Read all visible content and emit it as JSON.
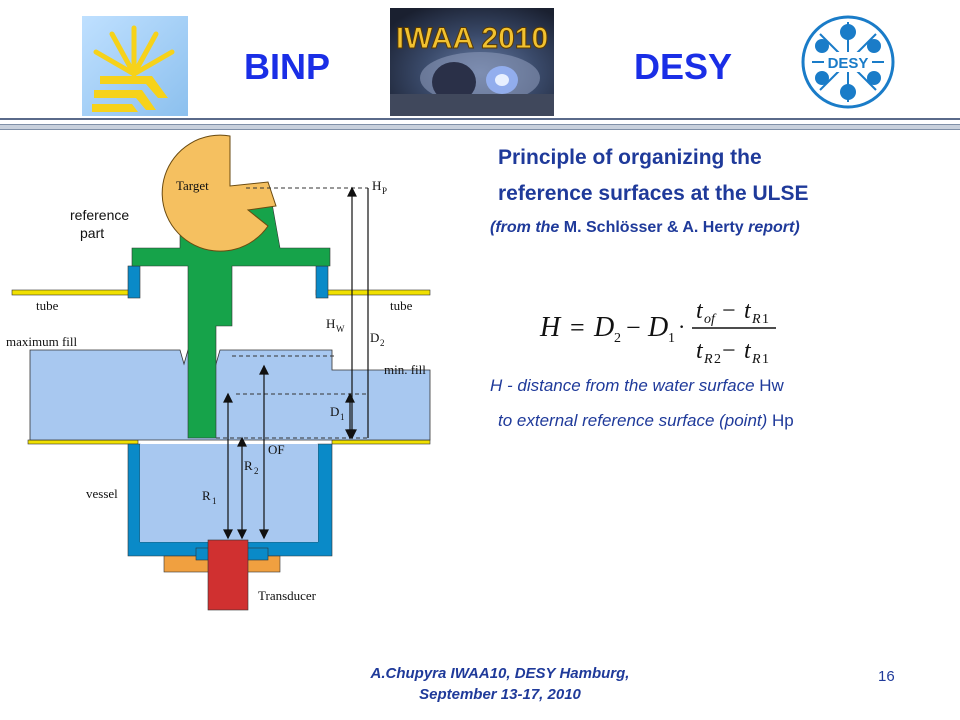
{
  "header": {
    "left_title": "BINP",
    "right_title": "DESY",
    "center_logo_text": "IWAA 2010",
    "right_logo_text": "DESY"
  },
  "title_lines": [
    "Principle of organizing  the",
    "reference surfaces at the ULSE"
  ],
  "source": {
    "prefix": "(from  the ",
    "authors": "M. Schlösser & A. Herty",
    "suffix": " report)"
  },
  "formula_text": "H = D2 − D1 · (t_of − t_R1)/(t_R2 − t_R1)",
  "description": {
    "line1_prefix": "H - distance from the water surface ",
    "line1_symbol": "Hw",
    "line2_prefix": "to external reference  surface (point) ",
    "line2_symbol": "Hp"
  },
  "diagram_labels": {
    "target": "Target",
    "reference_part_1": "reference",
    "reference_part_2": "part",
    "tube_left": "tube",
    "tube_right": "tube",
    "maximum_fill": "maximum fill",
    "min_fill": "min. fill",
    "vessel": "vessel",
    "transducer": "Transducer",
    "of": "OF",
    "hp": "H",
    "hp_sub": "P",
    "hw": "H",
    "hw_sub": "W",
    "d2": "D",
    "d2_sub": "2",
    "d1": "D",
    "d1_sub": "1",
    "r1": "R",
    "r1_sub": "1",
    "r2": "R",
    "r2_sub": "2"
  },
  "footer": {
    "line1": "A.Chupyra    IWAA10,   DESY Hamburg,",
    "line2": "September 13-17, 2010",
    "page_number": "16"
  },
  "colors": {
    "title_blue": "#1a2ee6",
    "text_blue": "#1f3a9a",
    "water": "#a8c8f0",
    "wall": "#0a8ac8",
    "reference_part": "#16a34a",
    "target": "#f5c060",
    "transducer": "#d03030",
    "base_plate": "#f0a040",
    "tube": "#f0e000"
  }
}
